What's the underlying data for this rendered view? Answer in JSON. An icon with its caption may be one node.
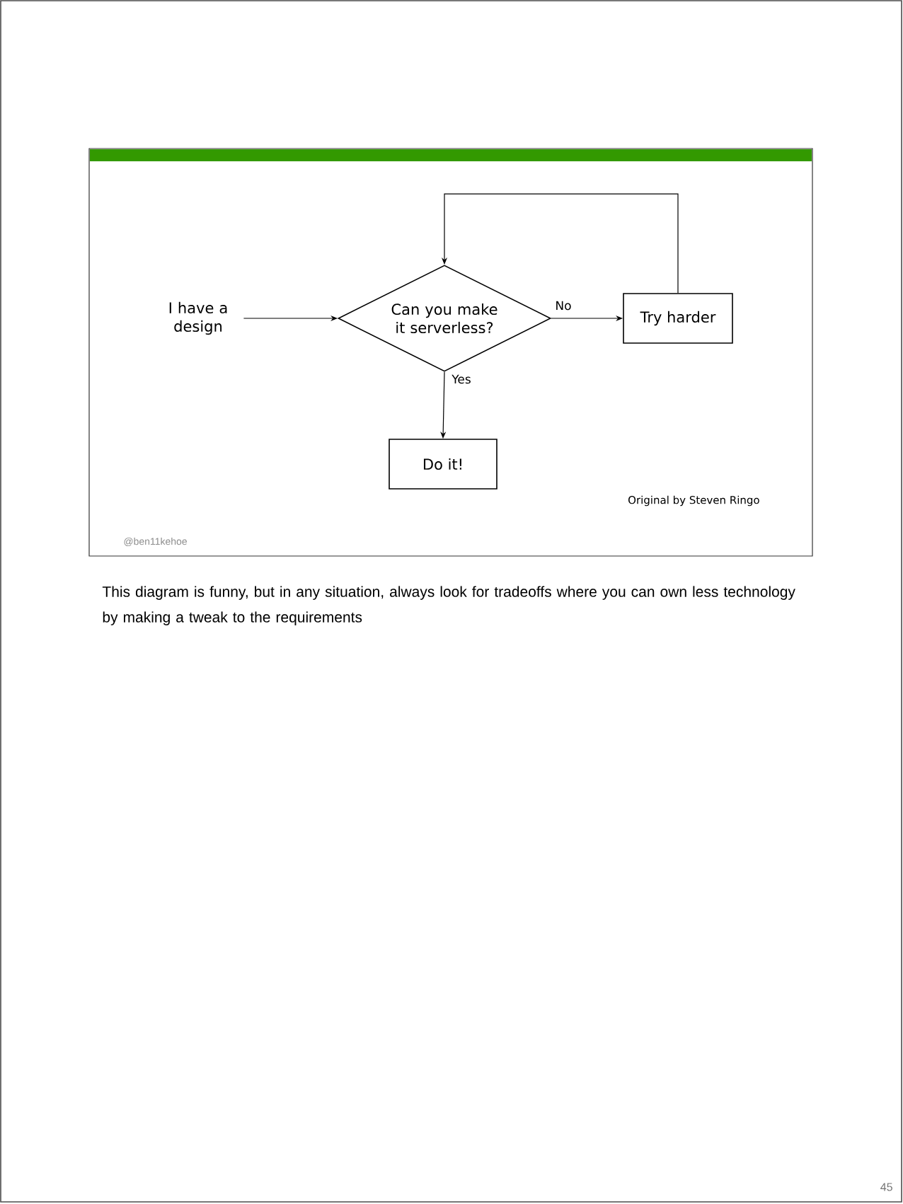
{
  "diagram": {
    "caption": "This diagram is funny, but in any situation, always look for tradeoffs where you can own less technology by making a tweak to the requirements",
    "nodes": [
      {
        "text": [
          "I have a design"
        ]
      },
      {
        "text": [
          "Can you make it serverless?"
        ]
      },
      {
        "text": [
          "Try harder"
        ]
      },
      {
        "text": [
          "Do it!"
        ]
      }
    ],
    "edges": [
      {
        "from": 0,
        "to": 1,
        "arrow": "to"
      },
      {
        "from": 1,
        "to": 2,
        "arrow": "to",
        "label": "No"
      },
      {
        "from": 2,
        "to": 1,
        "arrow": "to"
      },
      {
        "from": 1,
        "to": 3,
        "arrow": "to",
        "label": "Yes"
      }
    ],
    "labels": [
      "Original by Steven Ringo",
      "@ben11kehoe",
      "45"
    ]
  }
}
